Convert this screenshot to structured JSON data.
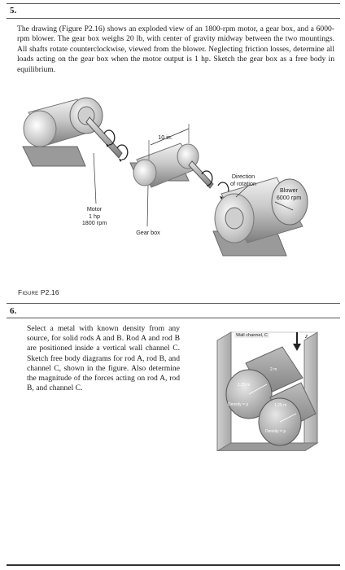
{
  "problem5": {
    "number": "5.",
    "text": "The drawing (Figure P2.16) shows an exploded view of an 1800-rpm motor, a gear box, and a 6000-rpm blower. The gear box weighs 20 lb, with center of gravity midway between the two mountings. All shafts rotate counterclockwise, viewed from the blower. Neglecting friction losses, determine all loads acting on the gear box when the motor output is 1 hp. Sketch the gear box as a free body in equilibrium.",
    "figure": {
      "dimension_label": "10 in.",
      "direction_label_1": "Direction",
      "direction_label_2": "of rotation",
      "blower_label_1": "Blower",
      "blower_label_2": "6000 rpm",
      "motor_label_1": "Motor",
      "motor_label_2": "1 hp",
      "motor_label_3": "1800 rpm",
      "gearbox_label": "Gear box",
      "caption": "Figure P2.16"
    }
  },
  "problem6": {
    "number": "6.",
    "text": "Select a metal with known density from any source, for solid rods A and B. Rod A and rod B are positioned inside a vertical wall channel C. Sketch free body diagrams for rod A, rod B, and channel C, shown in the figure. Also determine the magnitude of the forces acting on rod A, rod B, and channel C.",
    "figure": {
      "wall_label": "Wall channel, C",
      "z_label": "z",
      "dim_2m": "2 m",
      "dim_125_a": "1.25 m",
      "dim_125_b": "1.25 m",
      "density_a": "Density = ρ",
      "density_b": "Density = ρ"
    }
  }
}
